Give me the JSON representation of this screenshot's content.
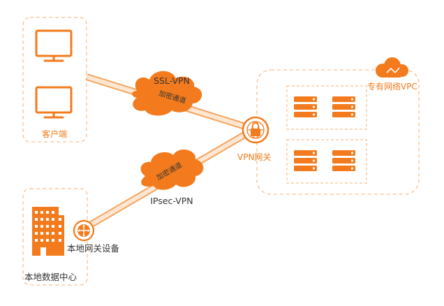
{
  "labels": {
    "client": "客户端",
    "vpc": "专有网络VPC",
    "vpn_gateway": "VPN网关",
    "ssl_vpn": "SSL-VPN",
    "ipsec_vpn": "IPsec-VPN",
    "tunnel_top": "加密通道",
    "tunnel_bottom": "加密通道",
    "local_gateway": "本地网关设备",
    "local_dc": "本地数据中心"
  },
  "colors": {
    "accent": "#f37b1d",
    "accent_light": "#f9c08c",
    "tunnel_line": "#f5a45d",
    "text_dark": "#333333"
  },
  "icons": {
    "client_monitor_top": "monitor-icon",
    "client_monitor_bottom": "monitor-icon",
    "vpc_cloud": "cloud-icon",
    "vpn_gateway": "vpn-gateway-lock-icon",
    "server_stacks": "server-rack-icon",
    "local_building": "building-icon",
    "local_router": "router-icon"
  }
}
